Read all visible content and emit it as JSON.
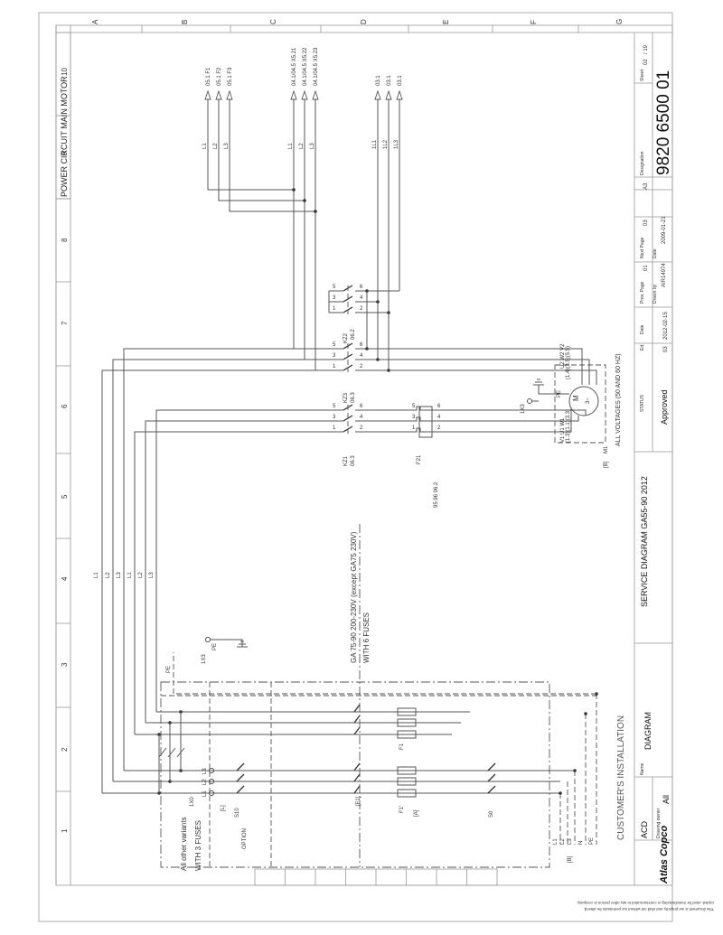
{
  "page_title": "POWER CIRCUIT MAIN MOTOR",
  "grid": {
    "numbers": [
      "1",
      "2",
      "3",
      "4",
      "5",
      "6",
      "7",
      "8",
      "9",
      "10"
    ],
    "letters": [
      "A",
      "B",
      "C",
      "D",
      "E",
      "F",
      "G"
    ]
  },
  "annotations": {
    "all_other_variants": "All other variants",
    "with_3_fuses": "WITH 3 FUSES",
    "option": "OPTION",
    "ga_75_90": "GA 75-90 200-230V (except GA75 230V)",
    "with_6_fuses": "WITH 6 FUSES",
    "all_voltages": "ALL VOLTAGES (50 AND 60 HZ)",
    "customers_installation": "CUSTOMER'S INSTALLATION",
    "b_ref": "[B]",
    "b_ref_left": "[B]",
    "a_ref": "[A]",
    "l_ref": "[L]",
    "f1_ref": "[F1]"
  },
  "components": {
    "kz1": "KZ1",
    "kz1_ref": "06.3",
    "kz2": "KZ2",
    "kz2_ref": "06.2",
    "kz3": "KZ3",
    "kz3_ref": "06.3",
    "f21": "F21",
    "f21_ref": "95 96 06.2",
    "motor": "M1",
    "motor_label": "M",
    "motor_phase": "3~",
    "motor_terminals_top": "U2 W2 V2",
    "motor_terminals_top2": "(1.4)(3.5)(5.5)",
    "motor_terminals_bottom": "V1 U1 W1",
    "motor_terminals_bottom2": "(1.3)(1.1)(3.3)",
    "pe": "PE",
    "pe_left": "PE",
    "pe_1x3": "PE",
    "x1x3": "1X3",
    "x1x3_left": "1X3",
    "x1x0": "1X0",
    "s10": "S10",
    "s0": "S0",
    "f1": "F1",
    "f1_second": "F1",
    "f1_prime": "F1'"
  },
  "wire_labels": {
    "bus": [
      "L1",
      "L2",
      "L3",
      "L1",
      "L2",
      "L3"
    ],
    "top_group1": [
      "L1",
      "L2",
      "L3"
    ],
    "top_group2": [
      "L1",
      "L2",
      "L3"
    ],
    "top_group3": [
      "1L1",
      "1L2",
      "1L3"
    ],
    "bottom_supply": [
      "L1",
      "L2",
      "L3",
      "N",
      "PE"
    ],
    "x1x0_terms": [
      "L1",
      "L2",
      "L3"
    ]
  },
  "references": {
    "group1": [
      "05.1  F1",
      "05.1  F2",
      "05.1  F3"
    ],
    "group2": [
      "04.1/04.5  X5.21",
      "04.1/04.5  X5.22",
      "04.1/04.5  X5.23"
    ],
    "group3": [
      "03.1",
      "03.1",
      "03.1"
    ]
  },
  "contact_numbers": {
    "kz_top": [
      "1",
      "3",
      "5"
    ],
    "kz_bottom": [
      "2",
      "4",
      "6"
    ],
    "fuse_top": [
      "1",
      "3",
      "5"
    ],
    "fuse_bottom": [
      "2",
      "4",
      "6"
    ]
  },
  "title_block": {
    "company": "Atlas Copco",
    "acd": "ACD",
    "drawing_owner_label": "Drawing owner",
    "drawing_owner": "All",
    "name_label": "Name",
    "name": "DIAGRAM",
    "title": "SERVICE DIAGRAM GA55-90 2012",
    "status_label": "STATUS",
    "status": "Approved",
    "ed_label": "Ed.",
    "ed": "03",
    "date_label": "Date",
    "date": "2012-02-15",
    "prev_page_label": "Prev. Page",
    "prev_page": "01",
    "drawn_by_label": "Drawn by",
    "drawn_by": "AIR14974",
    "next_page_label": "Next Page",
    "next_page": "03",
    "date2_label": "Date",
    "date2": "2009-01-21",
    "format": "A3",
    "designation_label": "Designation",
    "designation": "9820 6500 01",
    "sheet_label": "Sheet",
    "sheet": "02",
    "sheet_of": "/ 19",
    "copyright_1": "This document is our property and shall not without our permission be altered,",
    "copyright_2": "copied, used for manufacturing or communicated to any other person or company."
  }
}
